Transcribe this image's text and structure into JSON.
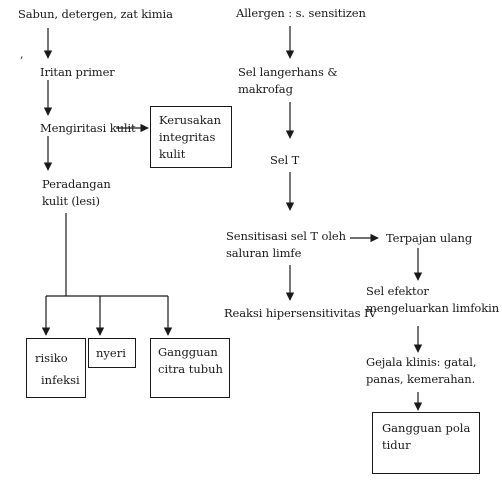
{
  "diagram": {
    "nodes": {
      "sabun": "Sabun, detergen, zat kimia",
      "iritan": "Iritan primer",
      "mengiritasi": "Mengiritasi kulit",
      "kerusakan": [
        "Kerusakan",
        "integritas",
        "kulit"
      ],
      "peradangan": [
        "Peradangan",
        "kulit (lesi)"
      ],
      "risiko": [
        "risiko",
        "infeksi"
      ],
      "nyeri": "nyeri",
      "gangguan_citra": [
        "Gangguan",
        "citra tubuh"
      ],
      "allergen": "Allergen : s. sensitizen",
      "sel_langerhans": [
        "Sel langerhans &",
        "makrofag"
      ],
      "sel_t": "Sel T",
      "sensitisasi": [
        "Sensitisasi sel T oleh",
        "saluran limfe"
      ],
      "reaksi": "Reaksi hipersensitivitas IV",
      "terpajan": "Terpajan ulang",
      "sel_efektor": [
        "Sel efektor",
        "mengeluarkan  limfokin"
      ],
      "gejala": [
        "Gejala klinis: gatal,",
        "panas, kemerahan."
      ],
      "gangguan_tidur": [
        "Gangguan pola",
        "tidur"
      ]
    },
    "stray_mark": ","
  }
}
